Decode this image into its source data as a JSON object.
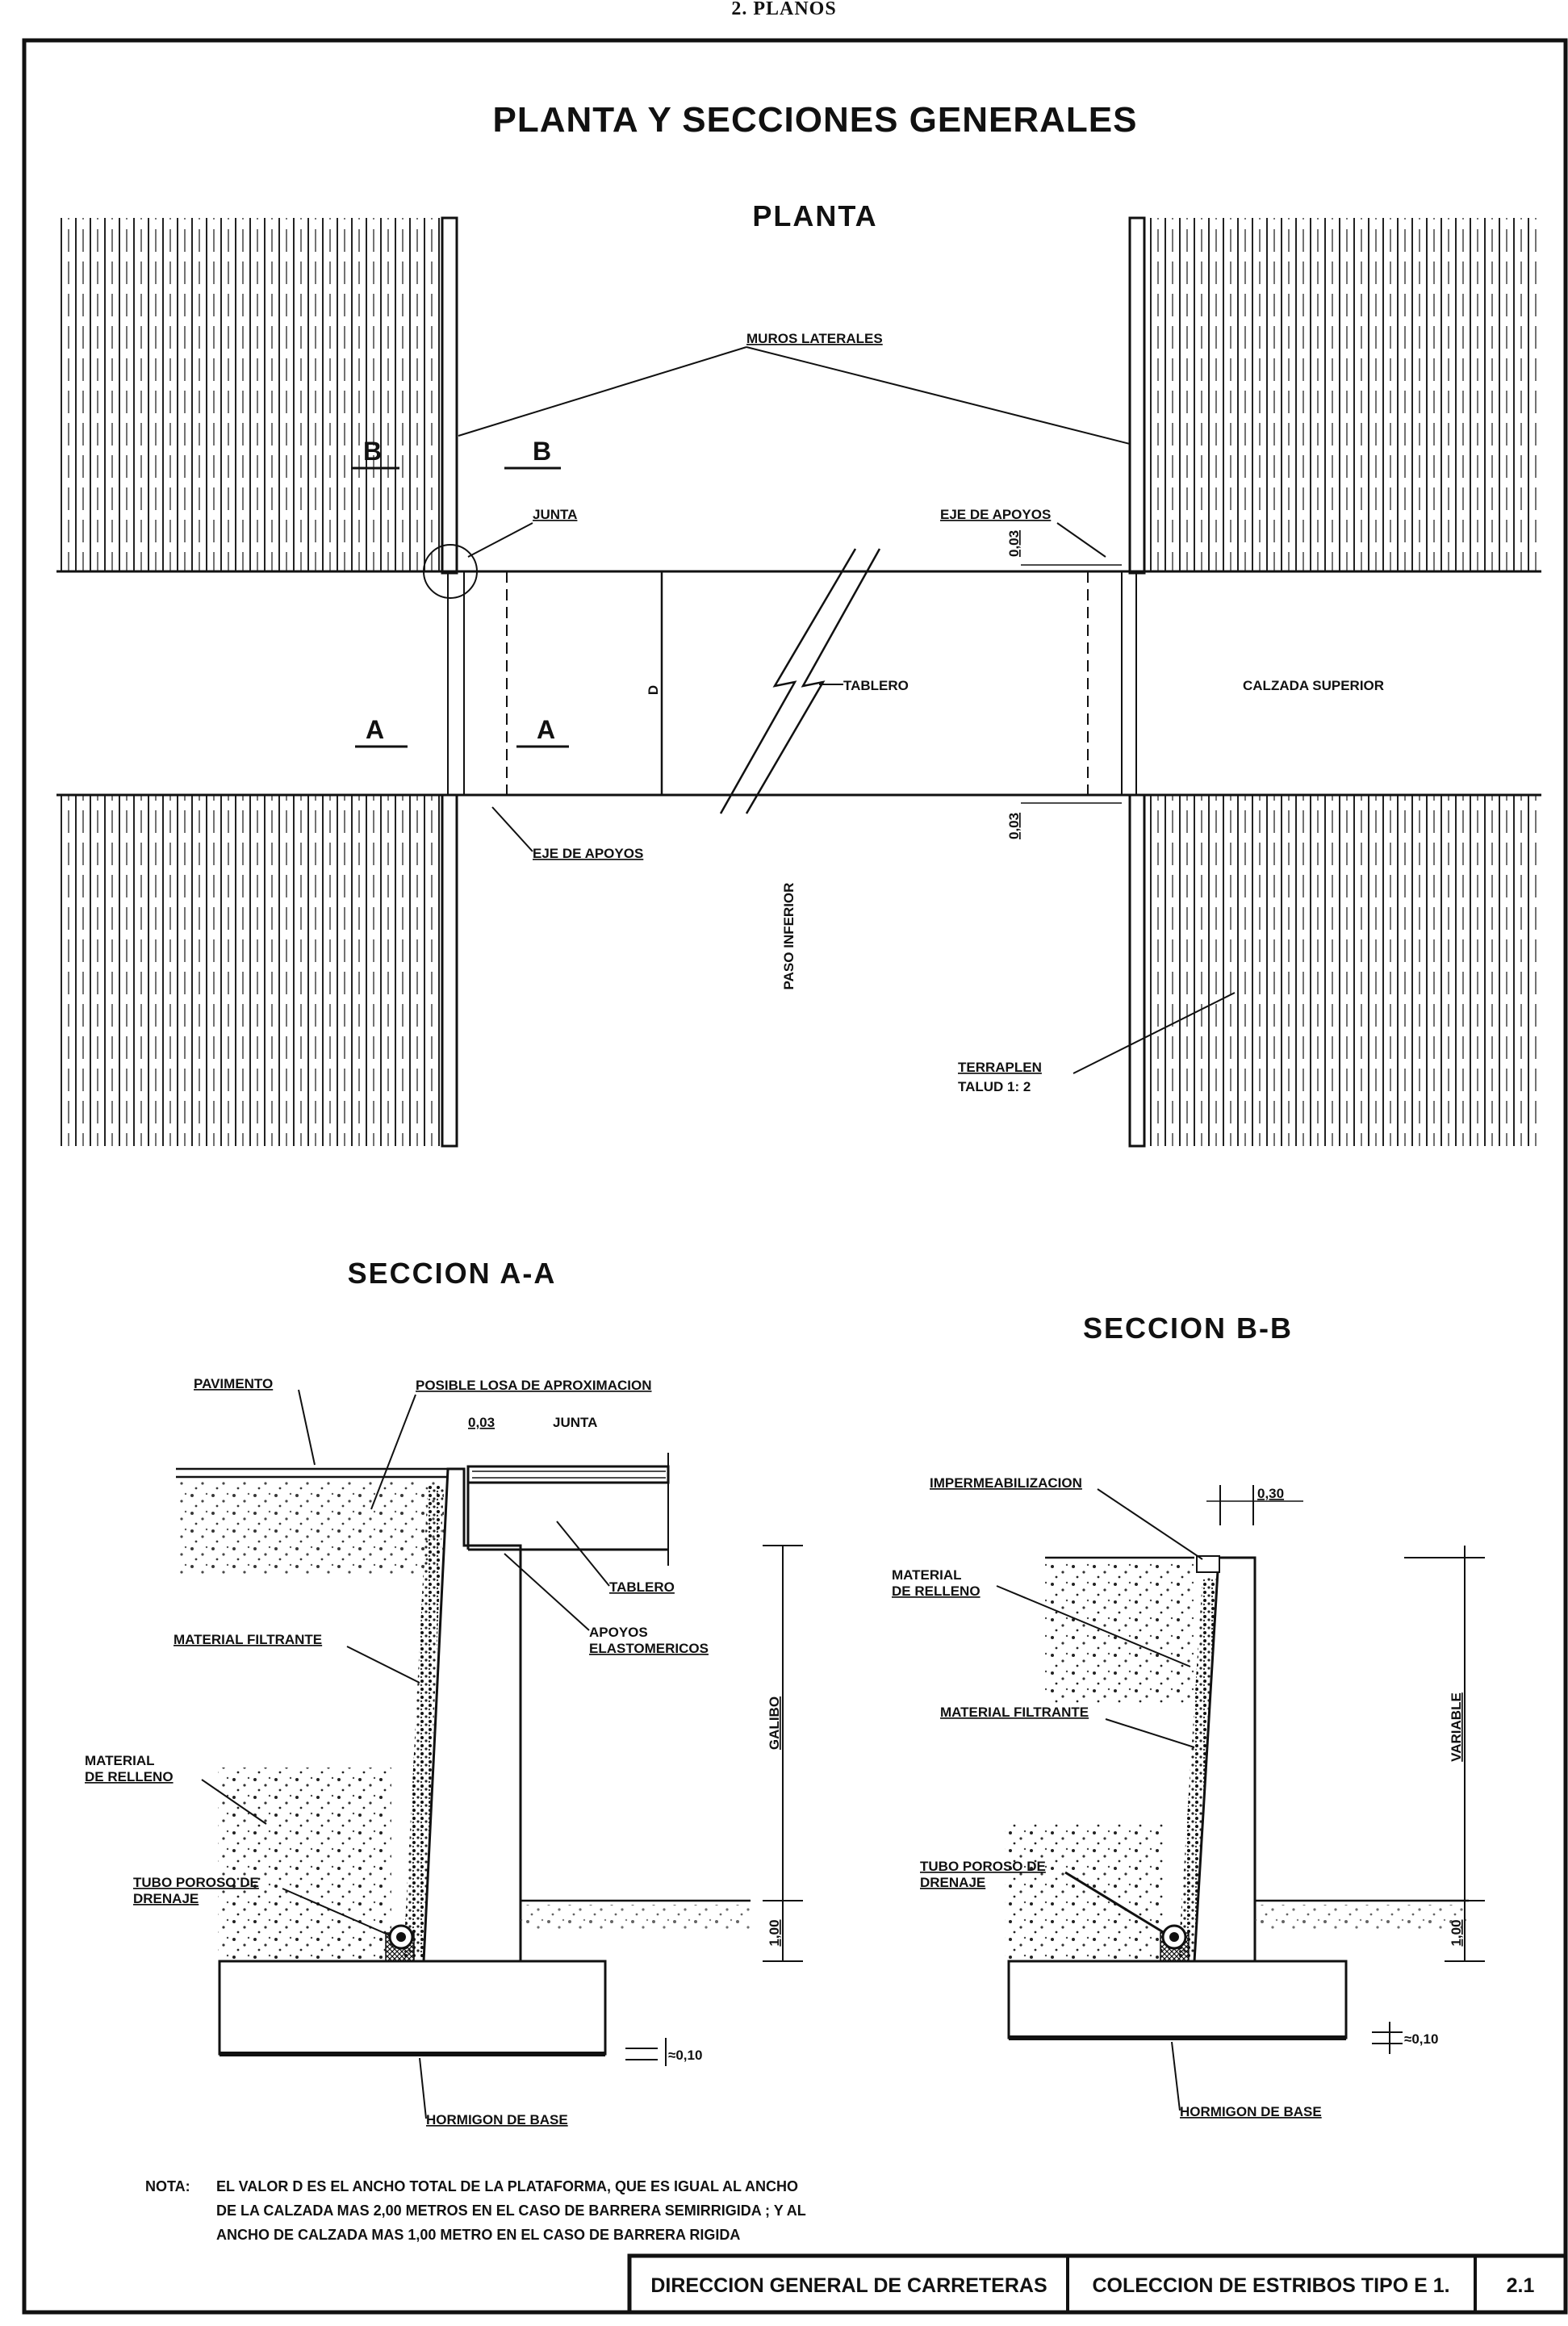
{
  "header": {
    "page_label": "2. PLANOS"
  },
  "sheet": {
    "title": "PLANTA Y SECCIONES GENERALES",
    "plan_title": "PLANTA",
    "section_aa_title": "SECCION A-A",
    "section_bb_title": "SECCION B-B"
  },
  "plan_labels": {
    "muros_laterales": "MUROS LATERALES",
    "junta": "JUNTA",
    "eje_apoyos_top": "EJE DE APOYOS",
    "eje_apoyos_bottom": "EJE DE APOYOS",
    "dim_003_top": "0,03",
    "dim_003_bottom": "0,03",
    "dim_d": "D",
    "tablero": "TABLERO",
    "calzada_superior": "CALZADA SUPERIOR",
    "paso_inferior": "PASO INFERIOR",
    "terraplen": "TERRAPLEN",
    "talud": "TALUD 1: 2",
    "cut_b": "B",
    "cut_a": "A"
  },
  "section_aa_labels": {
    "pavimento": "PAVIMENTO",
    "posible_losa": "POSIBLE LOSA DE APROXIMACION",
    "dim_003": "0,03",
    "junta": "JUNTA",
    "tablero": "TABLERO",
    "apoyos": "APOYOS",
    "elastomericos": "ELASTOMERICOS",
    "material_filtrante": "MATERIAL FILTRANTE",
    "material": "MATERIAL",
    "de_relleno": "DE RELLENO",
    "tubo_poroso": "TUBO POROSO DE",
    "drenaje": "DRENAJE",
    "galibo": "GALIBO",
    "dim_100": "1,00",
    "dim_010": "≈0,10",
    "hormigon_base": "HORMIGON DE BASE"
  },
  "section_bb_labels": {
    "impermeabilizacion": "IMPERMEABILIZACION",
    "dim_030": "0,30",
    "material": "MATERIAL",
    "de_relleno": "DE RELLENO",
    "material_filtrante": "MATERIAL FILTRANTE",
    "tubo_poroso": "TUBO POROSO DE",
    "drenaje": "DRENAJE",
    "variable": "VARIABLE",
    "dim_100": "1,00",
    "dim_010": "≈0,10",
    "hormigon_base": "HORMIGON DE BASE"
  },
  "note": {
    "prefix": "NOTA:",
    "line1": "EL VALOR D ES EL ANCHO TOTAL DE LA PLATAFORMA, QUE ES IGUAL AL ANCHO",
    "line2": "DE LA CALZADA MAS 2,00 METROS EN EL CASO DE BARRERA SEMIRRIGIDA ; Y AL",
    "line3": "ANCHO DE CALZADA MAS 1,00 METRO EN EL CASO DE BARRERA RIGIDA"
  },
  "title_block": {
    "organization": "DIRECCION GENERAL DE CARRETERAS",
    "collection": "COLECCION DE ESTRIBOS TIPO E 1.",
    "sheet_number": "2.1"
  }
}
